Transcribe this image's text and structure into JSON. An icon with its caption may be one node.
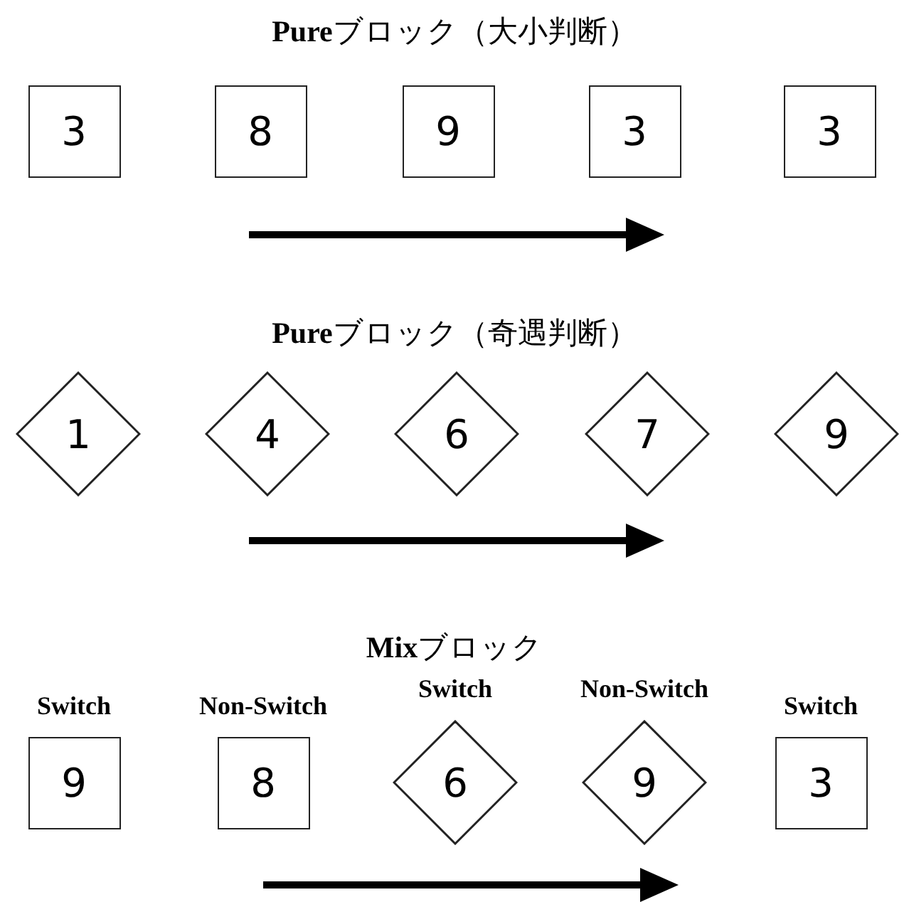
{
  "diagram": {
    "nodes": [
      {
        "text": [
          "3"
        ]
      },
      {
        "text": [
          "8"
        ]
      },
      {
        "text": [
          "9"
        ]
      },
      {
        "text": [
          "3"
        ]
      },
      {
        "text": [
          "3"
        ]
      },
      {
        "text": [
          "1"
        ]
      },
      {
        "text": [
          "4"
        ]
      },
      {
        "text": [
          "6"
        ]
      },
      {
        "text": [
          "7"
        ]
      },
      {
        "text": [
          "9"
        ]
      },
      {
        "text": [
          "Switch",
          "9"
        ]
      },
      {
        "text": [
          "Non-Switch",
          "8"
        ]
      },
      {
        "text": [
          "Switch",
          "6"
        ]
      },
      {
        "text": [
          "Non-Switch",
          "9"
        ]
      },
      {
        "text": [
          "Switch",
          "3"
        ]
      }
    ],
    "labels": [
      "**Pure**ブロック（大小判断）",
      "**Pure**ブロック（奇遇判断）",
      "**Mix**ブロック"
    ]
  }
}
